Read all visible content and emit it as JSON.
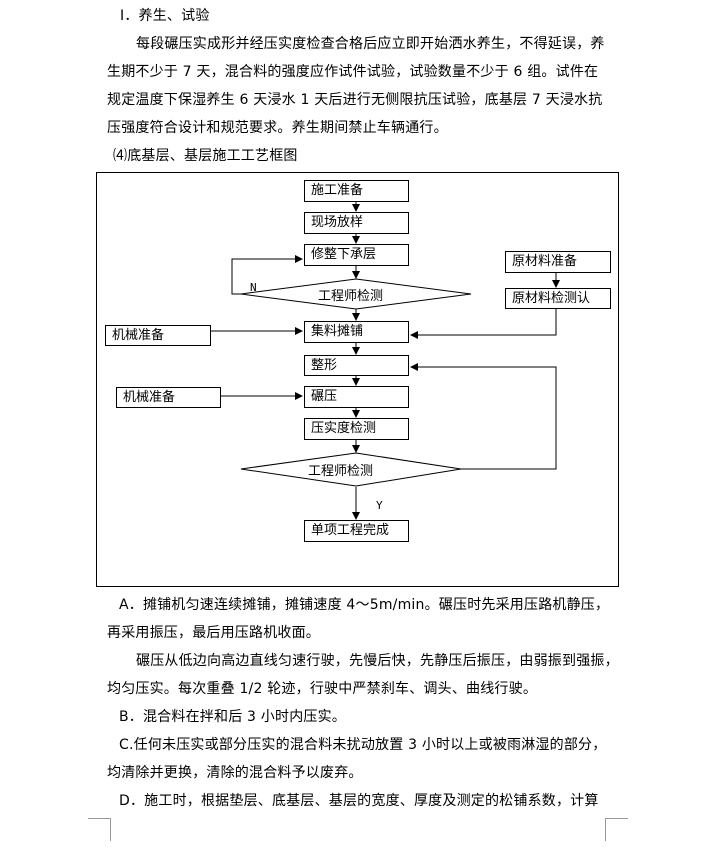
{
  "text": {
    "h1": "I．养生、试验",
    "p1_l1": "每段碾压实成形并经压实度检查合格后应立即开始洒水养生，不得延误，养",
    "p1_l2": "生期不少于 7 天，混合料的强度应作试件试验，试验数量不少于 6 组。试件在",
    "p1_l3": "规定温度下保湿养生 6 天浸水 1 天后进行无侧限抗压试验，底基层 7 天浸水抗",
    "p1_l4": "压强度符合设计和规范要求。养生期间禁止车辆通行。",
    "h2": "⑷底基层、基层施工工艺框图",
    "a1_l1": "A．摊铺机匀速连续摊铺，摊铺速度 4～5m/min。碾压时先采用压路机静压，",
    "a1_l2": "再采用振压，最后用压路机收面。",
    "a2_l1": "碾压从低边向高边直线匀速行驶，先慢后快，先静压后振压，由弱振到强振，",
    "a2_l2": "均匀压实。每次重叠 1/2 轮迹，行驶中严禁刹车、调头、曲线行驶。",
    "b1": "B．混合料在拌和后 3 小时内压实。",
    "c1_l1": "C.任何未压实或部分压实的混合料未扰动放置 3 小时以上或被雨淋湿的部分，",
    "c1_l2": "均清除并更换，清除的混合料予以废弃。",
    "d1_l1": "D．施工时，根据垫层、底基层、基层的宽度、厚度及测定的松铺系数，计算"
  },
  "flow": {
    "n1": "施工准备",
    "n2": "现场放样",
    "n3": "修整下承层",
    "d1": "工程师检测",
    "n4": "集料摊铺",
    "n5": "整形",
    "n6": "碾压",
    "n7": "压实度检测",
    "d2": "工程师检测",
    "n8": "单项工程完成",
    "m1": "原材料准备",
    "m2": "原材料检测认",
    "k1": "机械准备",
    "k2": "机械准备",
    "label_n": "N",
    "label_y": "Y"
  }
}
